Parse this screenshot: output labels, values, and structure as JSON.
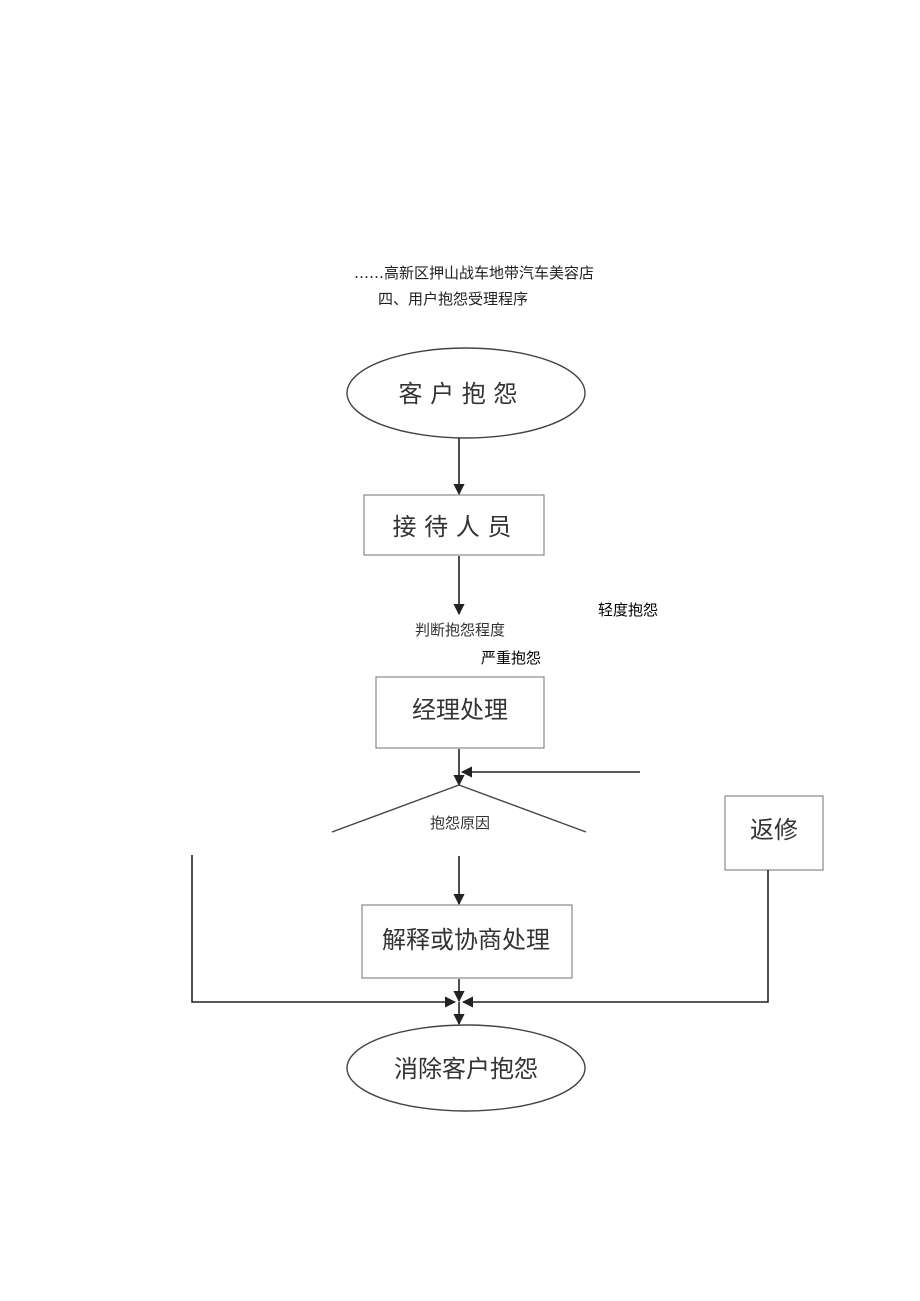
{
  "header": {
    "company": "……高新区押山战车地带汽车美容店",
    "section": "四、用户抱怨受理程序"
  },
  "nodes": {
    "complaint": "客 户 抱 怨",
    "reception": "接 待 人 员",
    "manager": "经理处理",
    "explain": "解释或协商处理",
    "rework": "返修",
    "resolved": "消除客户抱怨"
  },
  "labels": {
    "judge": "判断抱怨程度",
    "light": "轻度抱怨",
    "severe": "严重抱怨",
    "cause": "抱怨原因"
  }
}
